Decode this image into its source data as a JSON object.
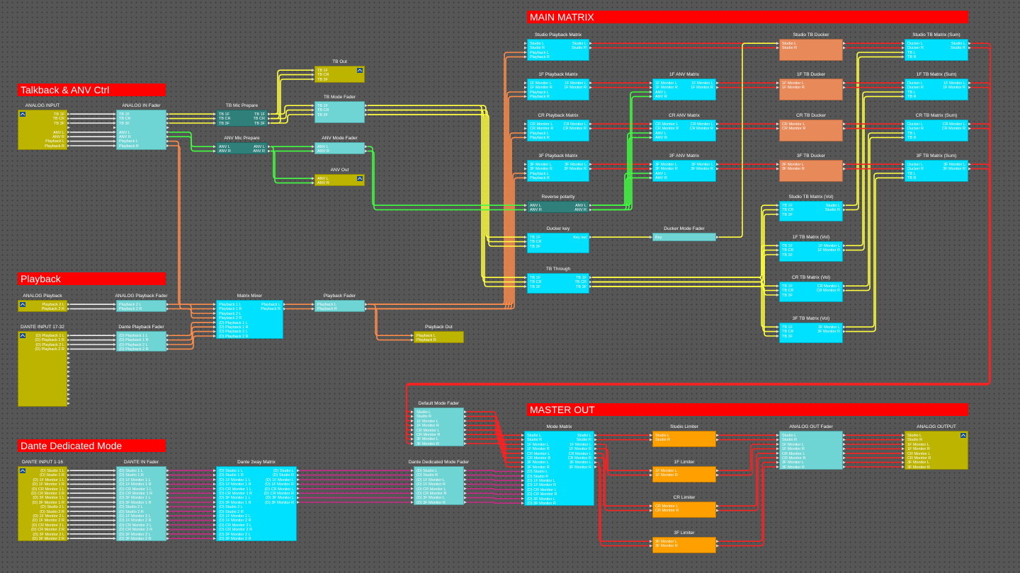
{
  "colors": {
    "banner": "#ff0000",
    "cyan": "#00e0ff",
    "teal": "#6ed4d4",
    "olive": "#bdb400",
    "darkteal": "#2f7f7a",
    "salmon": "#e8895a",
    "orange": "#ff9f00",
    "wire_red": "#ff2020",
    "wire_yellow": "#ffff40",
    "wire_green": "#40ff40",
    "wire_orange": "#ff8c4a",
    "wire_magenta": "#cc2a8a",
    "wire_white": "#f0f0f0"
  },
  "banners": [
    {
      "id": "main-matrix",
      "text": "MAIN MATRIX"
    },
    {
      "id": "talkback",
      "text": "Talkback & ANV Ctrl"
    },
    {
      "id": "playback",
      "text": "Playback"
    },
    {
      "id": "master-out",
      "text": "MASTER OUT"
    },
    {
      "id": "dante-mode",
      "text": "Dante Dedicated Mode"
    }
  ],
  "blocks": [
    {
      "id": "analog-input",
      "title": "ANALOG INPUT",
      "icon": "speaker-icon",
      "inputs": [],
      "outputs": [
        "TB 1F",
        "TB CR",
        "TB 3F",
        "",
        "ANV L",
        "ANV R",
        "Playback L",
        "Playback R"
      ]
    },
    {
      "id": "analog-in-fader",
      "title": "ANALOG IN Fader",
      "inputs": [
        "TB 1F",
        "TB CR",
        "TB 3F",
        "",
        "ANV L",
        "ANV R",
        "Playback L",
        "Playback R"
      ],
      "outputs": []
    },
    {
      "id": "tb-mic-prepare",
      "title": "TB Mic Prepare",
      "inputs": [
        "TB 1F",
        "TB CR",
        "TB 3F"
      ],
      "outputs": [
        "TB 1F",
        "TB CR",
        "TB 3F"
      ]
    },
    {
      "id": "anv-mic-prepare",
      "title": "ANV Mic Prepare",
      "inputs": [
        "ANV L",
        "ANV R"
      ],
      "outputs": [
        "ANV L",
        "ANV R"
      ]
    },
    {
      "id": "tb-out",
      "title": "TB Out",
      "icon": "speaker-icon",
      "inputs": [
        "TB 1F",
        "TB CR",
        "TB 3F"
      ],
      "outputs": []
    },
    {
      "id": "tb-mode-fader",
      "title": "TB Mode Fader",
      "inputs": [
        "TB 1F",
        "TB CR",
        "TB 3F"
      ],
      "outputs": []
    },
    {
      "id": "anv-mode-fader",
      "title": "ANV Mode Fader",
      "inputs": [
        "ANV L",
        "ANV R"
      ],
      "outputs": []
    },
    {
      "id": "anv-out",
      "title": "ANV Out",
      "icon": "speaker-icon",
      "inputs": [
        "ANV L",
        "ANV R"
      ],
      "outputs": []
    },
    {
      "id": "analog-playback",
      "title": "ANALOG Playback",
      "icon": "speaker-icon",
      "inputs": [],
      "outputs": [
        "Playback 2 L",
        "Playback 2 R"
      ]
    },
    {
      "id": "analog-playback-fader",
      "title": "ANALOG Playback Fader",
      "inputs": [
        "Playback 2 L",
        "Playback 2 R"
      ],
      "outputs": []
    },
    {
      "id": "dante-input-17-32",
      "title": "DANTE INPUT 17-32",
      "icon": "speaker-icon",
      "inputs": [],
      "outputs": [
        "(D) Playback 1 L",
        "(D) Playback 1 R",
        "(D) Playback 2 L",
        "(D) Playback 2 R"
      ]
    },
    {
      "id": "dante-playback-fader",
      "title": "Dante Playback Fader",
      "inputs": [
        "(D) Playback 1 L",
        "(D) Playback 1 R",
        "(D) Playback 2 L",
        "(D) Playback 2 R"
      ],
      "outputs": []
    },
    {
      "id": "matrix-mixer",
      "title": "Matrix Mixer",
      "inputs": [
        "Playback 1 L",
        "Playback 1 R",
        "Playback 2 L",
        "Playback 2 R",
        "(D) Playback 1 L",
        "(D) Playback 1 R",
        "(D) Playback 2 L",
        "(D) Playback 2 R"
      ],
      "outputs": [
        "Playback L",
        "Playback R"
      ]
    },
    {
      "id": "playback-fader",
      "title": "Playback Fader",
      "inputs": [
        "Playback L",
        "Playback R"
      ],
      "outputs": []
    },
    {
      "id": "playback-out",
      "title": "Playback Out",
      "inputs": [
        "Playback L",
        "Playback R"
      ],
      "outputs": []
    },
    {
      "id": "studio-playback-matrix",
      "title": "Studio Playback Matrix",
      "inputs": [
        "Studio L",
        "Studio R",
        "Playback L",
        "Playback R"
      ],
      "outputs": [
        "Studio L",
        "Studio R"
      ]
    },
    {
      "id": "1f-playback-matrix",
      "title": "1F Playback Matrix",
      "inputs": [
        "1F Monitor L",
        "1F Monitor R",
        "Playback L",
        "Playback R"
      ],
      "outputs": [
        "1F Monitor L",
        "1F Monitor R"
      ]
    },
    {
      "id": "cr-playback-matrix",
      "title": "CR Playback Matrix",
      "inputs": [
        "CR Monitor L",
        "CR Monitor R",
        "Playback L",
        "Playback R"
      ],
      "outputs": [
        "CR Monitor L",
        "CR Monitor R"
      ]
    },
    {
      "id": "3f-playback-matrix",
      "title": "3F Playback Matrix",
      "inputs": [
        "3F Monitor L",
        "3F Monitor R",
        "Playback L",
        "Playback R"
      ],
      "outputs": [
        "3F Monitor L",
        "3F Monitor R"
      ]
    },
    {
      "id": "1f-anv-matrix",
      "title": "1F ANV Matrix",
      "inputs": [
        "1F Monitor L",
        "1F Monitor R",
        "ANV L",
        "ANV R"
      ],
      "outputs": [
        "1F Monitor L",
        "1F Monitor R"
      ]
    },
    {
      "id": "cr-anv-matrix",
      "title": "CR ANV Matrix",
      "inputs": [
        "CR Monitor L",
        "CR Monitor R",
        "ANV L",
        "ANV R"
      ],
      "outputs": [
        "CR Monitor L",
        "CR Monitor R"
      ]
    },
    {
      "id": "3f-anv-matrix",
      "title": "3F ANV Matrix",
      "inputs": [
        "3F Monitor L",
        "3F Monitor R",
        "ANV L",
        "ANV R"
      ],
      "outputs": [
        "3F Monitor L",
        "3F Monitor R"
      ]
    },
    {
      "id": "reverse-polarity",
      "title": "Reverse polarity",
      "inputs": [
        "ANV L",
        "ANV R"
      ],
      "outputs": [
        "ANV L",
        "ANV R"
      ]
    },
    {
      "id": "ducker-key",
      "title": "Ducker key",
      "inputs": [
        "TB 1F",
        "TB CR",
        "TB 3F"
      ],
      "outputs": [
        "Key out"
      ]
    },
    {
      "id": "ducker-mode-fader",
      "title": "Ducker Mode Fader",
      "inputs": [
        "Key"
      ],
      "outputs": []
    },
    {
      "id": "tb-through",
      "title": "TB Through",
      "inputs": [
        "TB 1F",
        "TB CR",
        "TB 3F"
      ],
      "outputs": [
        "TB 1F",
        "TB CR",
        "TB 3F"
      ]
    },
    {
      "id": "studio-tb-ducker",
      "title": "Studio TB Ducker",
      "inputs": [
        "Studio L",
        "Studio R"
      ],
      "outputs": []
    },
    {
      "id": "1f-tb-ducker",
      "title": "1F TB Ducker",
      "inputs": [
        "1F Monitor L",
        "1F Monitor R"
      ],
      "outputs": []
    },
    {
      "id": "cr-tb-ducker",
      "title": "CR TB Ducker",
      "inputs": [
        "CR Monitor L",
        "CR Monitor R"
      ],
      "outputs": []
    },
    {
      "id": "3f-tb-ducker",
      "title": "3F TB Ducker",
      "inputs": [
        "3F Monitor L",
        "3F Monitor R"
      ],
      "outputs": []
    },
    {
      "id": "studio-tb-matrix-vol",
      "title": "Studio TB Matrix (Vol)",
      "inputs": [
        "TB 1F",
        "TB CR",
        "TB 3F"
      ],
      "outputs": [
        "Studio L",
        "Studio R"
      ]
    },
    {
      "id": "1f-tb-matrix-vol",
      "title": "1F TB Matrix  (Vol)",
      "inputs": [
        "TB 1F",
        "TB CR",
        "TB 3F"
      ],
      "outputs": [
        "1F Monitor L",
        "1F Monitor R"
      ]
    },
    {
      "id": "cr-tb-matrix-vol",
      "title": "CR TB Matrix  (Vol)",
      "inputs": [
        "TB 1F",
        "TB CR",
        "TB 3F"
      ],
      "outputs": [
        "CR Monitor L",
        "CR Monitor R"
      ]
    },
    {
      "id": "3f-tb-matrix-vol",
      "title": "3F TB Matrix  (Vol)",
      "inputs": [
        "TB 1F",
        "TB CR",
        "TB 3F"
      ],
      "outputs": [
        "3F Monitor L",
        "3F Monitor R"
      ]
    },
    {
      "id": "studio-tb-matrix-sum",
      "title": "Studio TB Matrix (Sum)",
      "inputs": [
        "Ducker L",
        "Ducker R",
        "TB L",
        "TB R"
      ],
      "outputs": [
        "Studio L",
        "Studio R"
      ]
    },
    {
      "id": "1f-tb-matrix-sum",
      "title": "1F TB Matrix (Sum)",
      "inputs": [
        "Ducker L",
        "Ducker R",
        "TB L",
        "TB R"
      ],
      "outputs": [
        "1F Monitor L",
        "1F Monitor R"
      ]
    },
    {
      "id": "cr-tb-matrix-sum",
      "title": "CR TB Matrix (Sum)",
      "inputs": [
        "Ducker L",
        "Ducker R",
        "TB L",
        "TB R"
      ],
      "outputs": [
        "CR Monitor L",
        "CR Monitor R"
      ]
    },
    {
      "id": "3f-tb-matrix-sum",
      "title": "3F TB Matrix (Sum)",
      "inputs": [
        "Ducker L",
        "Ducker R",
        "TB L",
        "TB R"
      ],
      "outputs": [
        "3F Monitor L",
        "3F Monitor R"
      ]
    },
    {
      "id": "default-mode-fader",
      "title": "Default Mode Fader",
      "inputs": [
        "Studio L",
        "Studio R",
        "1F Monitor L",
        "1F Monitor R",
        "CR Monitor L",
        "CR Monitor R",
        "3F Monitor L",
        "3F Monitor R"
      ],
      "outputs": []
    },
    {
      "id": "mode-matrix",
      "title": "Mode Matrix",
      "inputs": [
        "Studio L",
        "Studio R",
        "1F Monitor L",
        "1F Monitor R",
        "CR Monitor L",
        "CR Monitor R",
        "3F Monitor L",
        "3F Monitor R",
        "(D) Studio L",
        "(D) Studio R",
        "(D) 1F Monitor L",
        "(D) 1F Monitor R",
        "(D) CR Monitor L",
        "(D) CR Monitor R",
        "(D) 3F Monitor L",
        "(D) 3F Monitor R"
      ],
      "outputs": [
        "Studio L",
        "Studio R",
        "1F Monitor L",
        "1F Monitor R",
        "CR Monitor L",
        "CR Monitor R",
        "3F Monitor L",
        "3F Monitor R"
      ]
    },
    {
      "id": "studio-limiter",
      "title": "Studio Limiter",
      "inputs": [
        "Studio L",
        "Studio R"
      ],
      "outputs": []
    },
    {
      "id": "1f-limiter",
      "title": "1F Limiter",
      "inputs": [
        "1F Monitor L",
        "1F Monitor R"
      ],
      "outputs": []
    },
    {
      "id": "cr-limiter",
      "title": "CR Limiter",
      "inputs": [
        "CR Monitor L",
        "CR Monitor R"
      ],
      "outputs": []
    },
    {
      "id": "3f-limiter",
      "title": "3F Limiter",
      "inputs": [
        "3F Monitor L",
        "3F Monitor R"
      ],
      "outputs": []
    },
    {
      "id": "analog-out-fader",
      "title": "ANALOG OUT Fader",
      "inputs": [
        "Studio L",
        "Studio R",
        "1F Monitor L",
        "1F Monitor R",
        "CR Monitor L",
        "CR Monitor R",
        "3F Monitor L",
        "3F Monitor R"
      ],
      "outputs": []
    },
    {
      "id": "analog-output",
      "title": "ANALOG OUTPUT",
      "icon": "speaker-icon",
      "inputs": [
        "Studio L",
        "Studio R",
        "1F Monitor L",
        "1F Monitor R",
        "CR Monitor L",
        "CR Monitor R",
        "3F Monitor L",
        "3F Monitor R"
      ],
      "outputs": []
    },
    {
      "id": "dante-input-1-16",
      "title": "DANTE INPUT 1-16",
      "icon": "speaker-icon",
      "inputs": [],
      "outputs": [
        "(D) Studio 1 L",
        "(D) Studio 1 R",
        "(D) 1F Monitor 1 L",
        "(D) 1F Monitor 1 R",
        "(D) CR Monitor 1 L",
        "(D) CR Monitor 1 R",
        "(D) 3F Monitor 1 L",
        "(D) 3F Monitor 1 R",
        "(D) Studio 2 L",
        "(D) Studio 2 R",
        "(D) 1F Monitor 2 L",
        "(D) 1F Monitor 2 R",
        "(D) CR Monitor 2 L",
        "(D) CR Monitor 2 R",
        "(D) 3F Monitor 2 L",
        "(D) 3F Monitor 2 R"
      ]
    },
    {
      "id": "dante-in-fader",
      "title": "DANTE IN Fader",
      "inputs": [
        "(D) Studio 1 L",
        "(D) Studio 1 R",
        "(D) 1F Monitor 1 L",
        "(D) 1F Monitor 1 R",
        "(D) CR Monitor 1 L",
        "(D) CR Monitor 1 R",
        "(D) 3F Monitor 1 L",
        "(D) 3F Monitor 1 R",
        "(D) Studio 2 L",
        "(D) Studio 2 R",
        "(D) 1F Monitor 2 L",
        "(D) 1F Monitor 2 R",
        "(D) CR Monitor 2 L",
        "(D) CR Monitor 2 R",
        "(D) 3F Monitor 2 L",
        "(D) 3F Monitor 2 R"
      ],
      "outputs": []
    },
    {
      "id": "dante-2way-matrix",
      "title": "Dante 2way Matrix",
      "inputs": [
        "(D) Studio 1 L",
        "(D) Studio 1 R",
        "(D) 1F Monitor 1 L",
        "(D) 1F Monitor 1 R",
        "(D) CR Monitor 1 L",
        "(D) CR Monitor 1 R",
        "(D) 3F Monitor 1 L",
        "(D) 3F Monitor 1 R",
        "(D) Studio 2 L",
        "(D) Studio 2 R",
        "(D) 1F Monitor 2 L",
        "(D) 1F Monitor 2 R",
        "(D) CR Monitor 2 L",
        "(D) CR Monitor 2 R",
        "(D) 3F Monitor 2 L",
        "(D) 3F Monitor 2 R"
      ],
      "outputs": [
        "(D) Studio L",
        "(D) Studio R",
        "(D) 1F Monitor L",
        "(D) 1F Monitor R",
        "(D) CR Monitor L",
        "(D) CR Monitor R",
        "(D) 3F Monitor L",
        "(D) 3F Monitor R"
      ]
    },
    {
      "id": "dante-dedicated-mode-fader",
      "title": "Dante Dedicated Mode Fader",
      "inputs": [
        "(D) Studio L",
        "(D) Studio R",
        "(D) 1F Monitor L",
        "(D) 1F Monitor R",
        "(D) CR Monitor L",
        "(D) CR Monitor R",
        "(D) 3F Monitor L",
        "(D) 3F Monitor R"
      ],
      "outputs": []
    }
  ]
}
